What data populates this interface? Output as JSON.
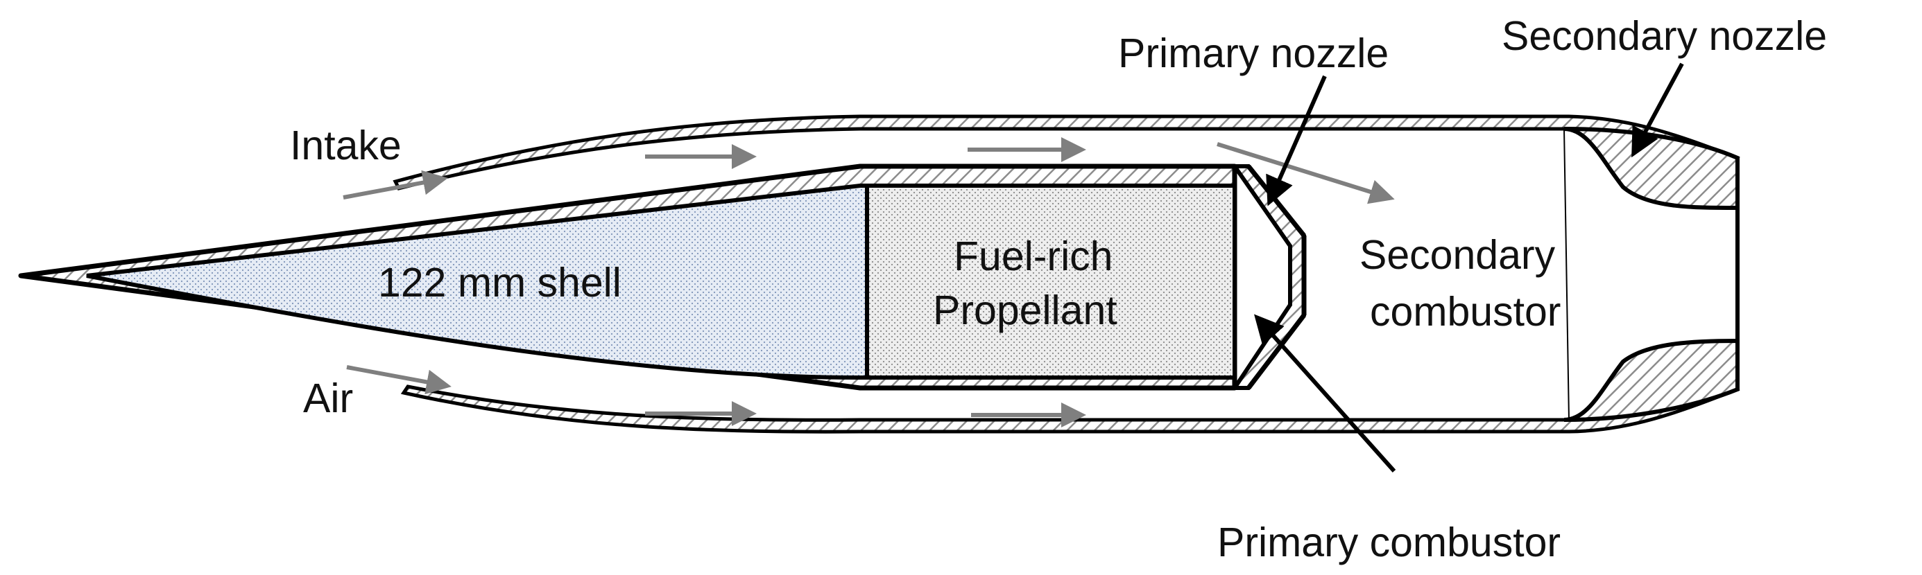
{
  "diagram": {
    "labels": {
      "intake": "Intake",
      "air": "Air",
      "shell": "122 mm shell",
      "propellant_line1": "Fuel-rich",
      "propellant_line2": "Propellant",
      "primary_nozzle": "Primary nozzle",
      "secondary_nozzle": "Secondary nozzle",
      "secondary_combustor_line1": "Secondary",
      "secondary_combustor_line2": "combustor",
      "primary_combustor": "Primary combustor"
    },
    "colors": {
      "outline": "#000000",
      "flow_arrow": "#7f7f7f",
      "hatch": "#8c8c8c",
      "shell_fill": "#dde6f2",
      "propellant_fill": "#e9e9e9"
    }
  }
}
